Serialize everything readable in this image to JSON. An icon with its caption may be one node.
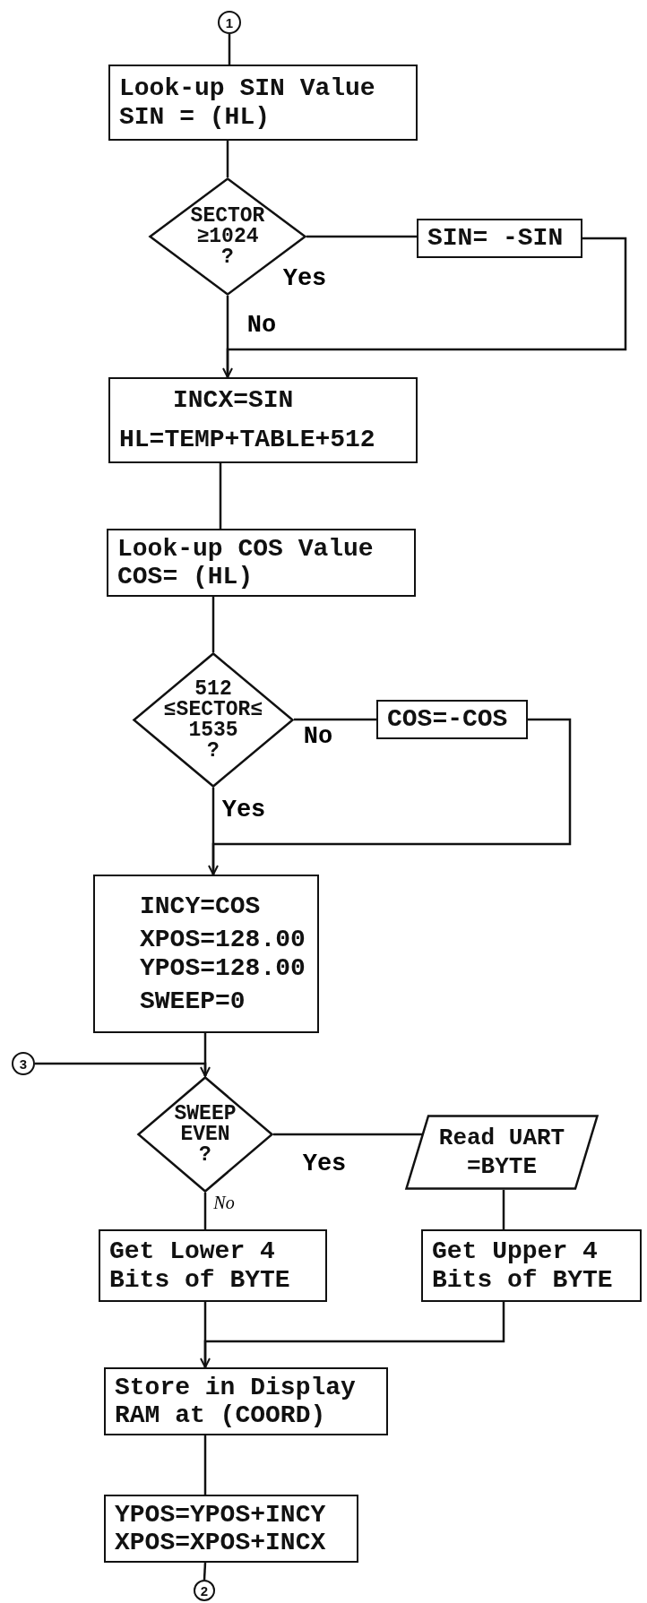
{
  "diagram": {
    "nodes": [
      {
        "text": [
          "1"
        ]
      },
      {
        "text": [
          "Look-up SIN Value SIN = (HL)"
        ]
      },
      {
        "text": [
          "SECTOR ≥1024 ?"
        ]
      },
      {
        "text": [
          "SIN= -SIN"
        ]
      },
      {
        "text": [
          "INCX=SIN",
          "HL=TEMP+TABLE+512"
        ]
      },
      {
        "text": [
          "Look-up COS Value COS= (HL)"
        ]
      },
      {
        "text": [
          "512 ≤SECTOR≤ 1535 ?"
        ]
      },
      {
        "text": [
          "COS=-COS"
        ]
      },
      {
        "text": [
          "INCY=COS",
          "XPOS=128.00 YPOS=128.00",
          "SWEEP=0"
        ]
      },
      {
        "text": [
          "3"
        ]
      },
      {
        "text": [
          "SWEEP EVEN ?"
        ]
      },
      {
        "text": [
          "Read UART =BYTE"
        ]
      },
      {
        "text": [
          "Get Lower 4 Bits of BYTE"
        ]
      },
      {
        "text": [
          "Get Upper 4 Bits of BYTE"
        ]
      },
      {
        "text": [
          "Store in Display RAM at (COORD)"
        ]
      },
      {
        "text": [
          "YPOS=YPOS+INCY XPOS=XPOS+INCX"
        ]
      },
      {
        "text": [
          "2"
        ]
      }
    ],
    "edges": [
      {
        "from": 0,
        "to": 1,
        "arrow": "none"
      },
      {
        "from": 1,
        "to": 2,
        "arrow": "none"
      },
      {
        "from": 2,
        "to": 3,
        "arrow": "none",
        "label": "Yes"
      },
      {
        "from": 3,
        "to": 4,
        "arrow": "to"
      },
      {
        "from": 2,
        "to": 4,
        "arrow": "none",
        "label": "No"
      },
      {
        "from": 4,
        "to": 5,
        "arrow": "none"
      },
      {
        "from": 5,
        "to": 6,
        "arrow": "none"
      },
      {
        "from": 6,
        "to": 7,
        "arrow": "none",
        "label": "No"
      },
      {
        "from": 6,
        "to": 8,
        "arrow": "none",
        "label": "Yes"
      },
      {
        "from": 7,
        "to": 8,
        "arrow": "to"
      },
      {
        "from": 8,
        "to": 10,
        "arrow": "none"
      },
      {
        "from": 9,
        "to": 10,
        "arrow": "to"
      },
      {
        "from": 10,
        "to": 11,
        "arrow": "none",
        "label": "Yes"
      },
      {
        "from": 10,
        "to": 12,
        "arrow": "none",
        "label": "No"
      },
      {
        "from": 11,
        "to": 13,
        "arrow": "none"
      },
      {
        "from": 12,
        "to": 14,
        "arrow": "none"
      },
      {
        "from": 13,
        "to": 14,
        "arrow": "to"
      },
      {
        "from": 14,
        "to": 15,
        "arrow": "none"
      },
      {
        "from": 15,
        "to": 16,
        "arrow": "none"
      }
    ]
  }
}
